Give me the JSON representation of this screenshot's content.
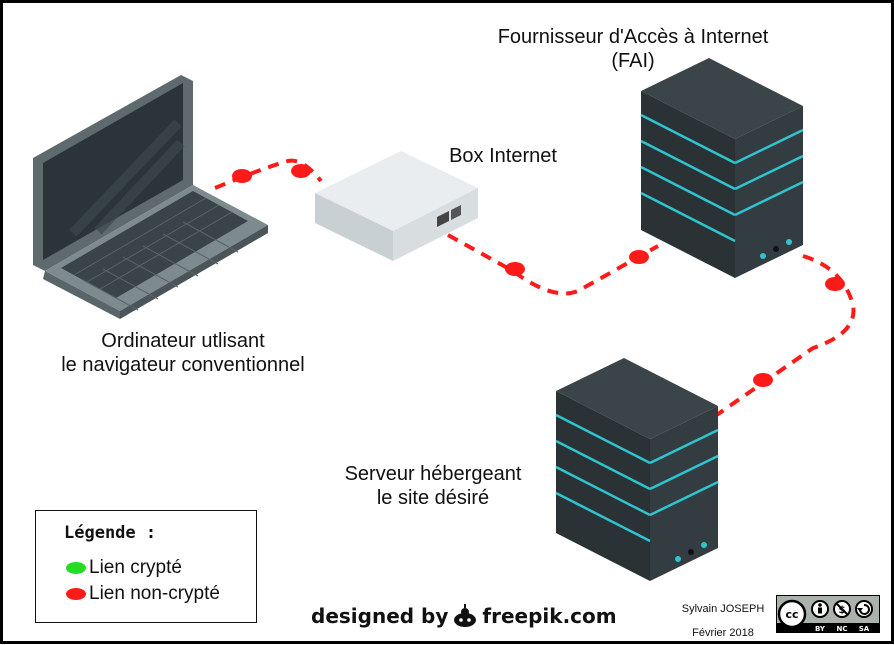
{
  "labels": {
    "computer": [
      "Ordinateur utlisant",
      "le navigateur conventionnel"
    ],
    "box": "Box Internet",
    "isp": [
      "Fournisseur d'Accès à Internet",
      "(FAI)"
    ],
    "server": [
      "Serveur hébergeant",
      "le site désiré"
    ]
  },
  "legend": {
    "title": "Légende :",
    "items": [
      {
        "label": "Lien crypté",
        "color": "#22dd22"
      },
      {
        "label": "Lien non-crypté",
        "color": "#ff1a1a"
      }
    ]
  },
  "credit": {
    "prefix": "designed by",
    "brand": "freepik.com",
    "author": "Sylvain JOSEPH",
    "date": "Février 2018",
    "license_badges": [
      "BY",
      "NC",
      "SA"
    ]
  },
  "colors": {
    "link": "#ff1a1a",
    "server_top": "#3b4448",
    "server_left": "#2a3236",
    "server_right": "#333c40",
    "accent": "#2ec4d0"
  }
}
